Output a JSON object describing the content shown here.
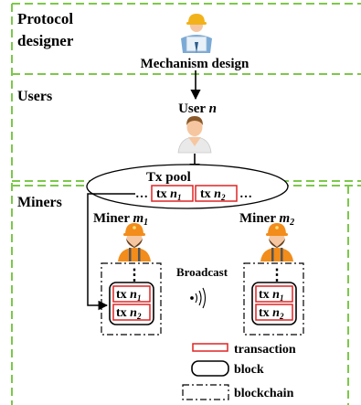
{
  "sections": {
    "protocol_designer": "Protocol designer",
    "protocol_designer_line1": "Protocol",
    "protocol_designer_line2": "designer",
    "users": "Users",
    "miners": "Miners"
  },
  "labels": {
    "mechanism_design": "Mechanism design",
    "user_prefix": "User ",
    "user_var": "n",
    "tx_pool": "Tx pool",
    "ellipsis": "…",
    "broadcast": "Broadcast",
    "miner_prefix": "Miner ",
    "miner1_var": "m",
    "miner1_sub": "1",
    "miner2_var": "m",
    "miner2_sub": "2",
    "tx_prefix": "tx ",
    "tx_var": "n",
    "tx1_sub": "1",
    "tx2_sub": "2",
    "vdots": "⋮"
  },
  "legend": {
    "transaction": "transaction",
    "block": "block",
    "blockchain": "blockchain"
  },
  "colors": {
    "section_dash": "#7cc84a",
    "transaction_border": "#e02424",
    "arrow": "#000000",
    "skin": "#f6c6a0",
    "hard_hat": "#f28c1a",
    "user_shirt": "#e9e9e9"
  },
  "icons": {
    "designer": "engineer-icon",
    "user": "user-avatar-icon",
    "miner": "miner-icon",
    "broadcast": "broadcast-waves-icon"
  }
}
